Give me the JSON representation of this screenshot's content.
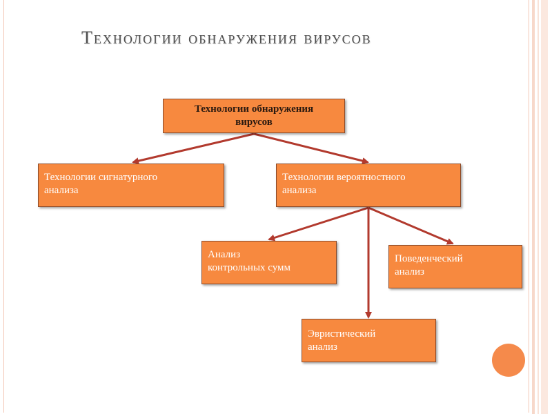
{
  "slide": {
    "title": "Технологии обнаружения вирусов"
  },
  "diagram": {
    "root": {
      "line1": "Технологии обнаружения",
      "line2": "вирусов"
    },
    "signature": {
      "line1": "Технологии сигнатурного",
      "line2": "анализа"
    },
    "probabilistic": {
      "line1": "Технологии вероятностного",
      "line2": "анализа"
    },
    "checksum": {
      "line1": "Анализ",
      "line2": "контрольных сумм"
    },
    "behavioral": {
      "line1": "Поведенческий",
      "line2": "анализ"
    },
    "heuristic": {
      "line1": "Эвристический",
      "line2": "анализ"
    }
  },
  "colors": {
    "node_fill": "#f7893f",
    "arrow": "#b23a2e",
    "title_text": "#4d4d4d",
    "accent_dot": "#f58a4b"
  }
}
